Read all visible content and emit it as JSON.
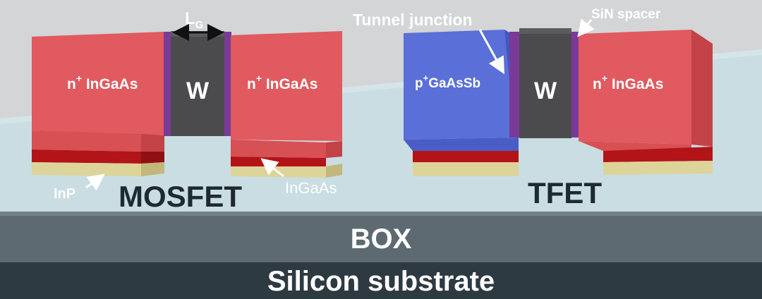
{
  "labels": {
    "gate_length": "L",
    "gate_length_sub": "G",
    "gate_metal": "W",
    "source_doping": "n",
    "doping_sup": "+",
    "source_material": " InGaAs",
    "tfet_source_doping": "p",
    "tfet_source_material": "GaAsSb",
    "tunnel_junction": "Tunnel junction",
    "sin_spacer": "SiN spacer",
    "inp": "InP",
    "ingaas": "InGaAs",
    "mosfet": "MOSFET",
    "tfet": "TFET",
    "box": "BOX",
    "substrate": "Silicon substrate"
  },
  "colors": {
    "background": "#d6d8da",
    "platform": "#c9dde3",
    "box_layer": "#5d6a72",
    "substrate": "#2e3a42",
    "n_ingaas": "#e05a5f",
    "n_ingaas_side": "#c24248",
    "ingaas_channel": "#b31418",
    "inp": "#ddd49a",
    "p_gaassb": "#5a6fd8",
    "p_gaassb_side": "#4457c0",
    "tungsten": "#4b4b4e",
    "sin_spacer": "#7a3a98",
    "text_light": "#ffffff",
    "text_dark": "#1e2a33"
  }
}
